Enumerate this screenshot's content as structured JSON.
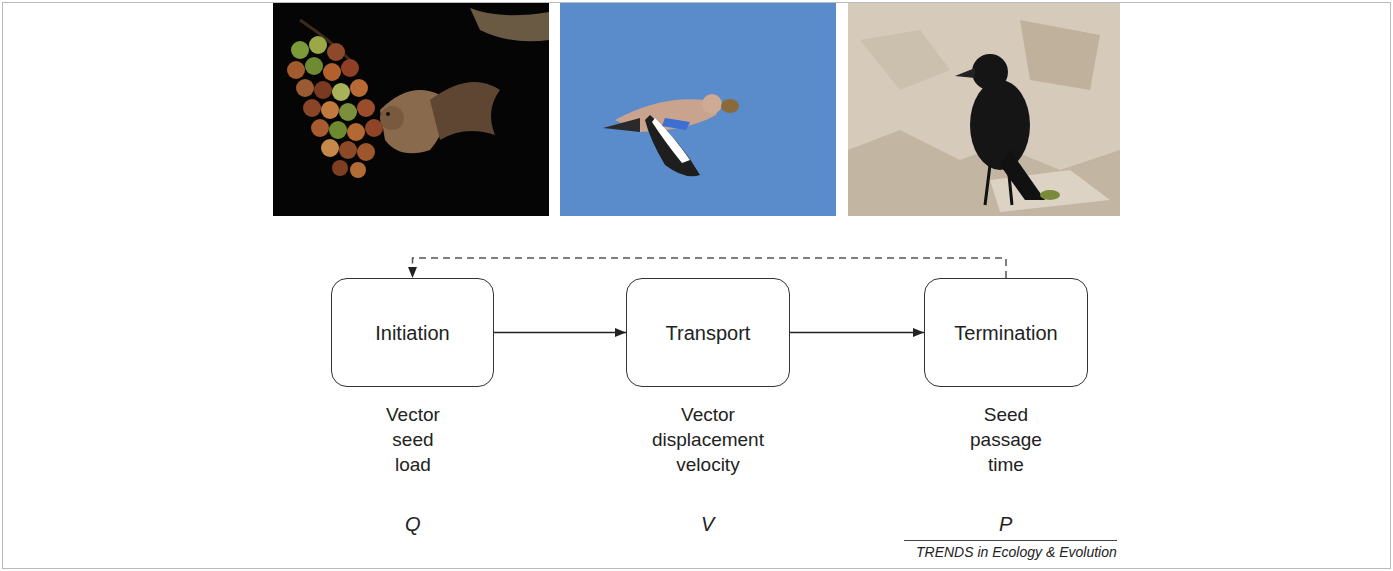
{
  "diagram": {
    "nodes": [
      {
        "text": [
          "Initiation"
        ]
      },
      {
        "text": [
          "Transport"
        ]
      },
      {
        "text": [
          "Termination"
        ]
      }
    ],
    "edges": [
      {
        "from": 0,
        "to": 1,
        "arrow": "to"
      },
      {
        "from": 1,
        "to": 2,
        "arrow": "to"
      },
      {
        "from": 2,
        "to": 0,
        "arrow": "to"
      }
    ],
    "labels": [
      "Vector seed load",
      "Vector displacement velocity",
      "Seed passage time",
      "Q",
      "V",
      "P",
      "TRENDS in Ecology & Evolution"
    ]
  }
}
